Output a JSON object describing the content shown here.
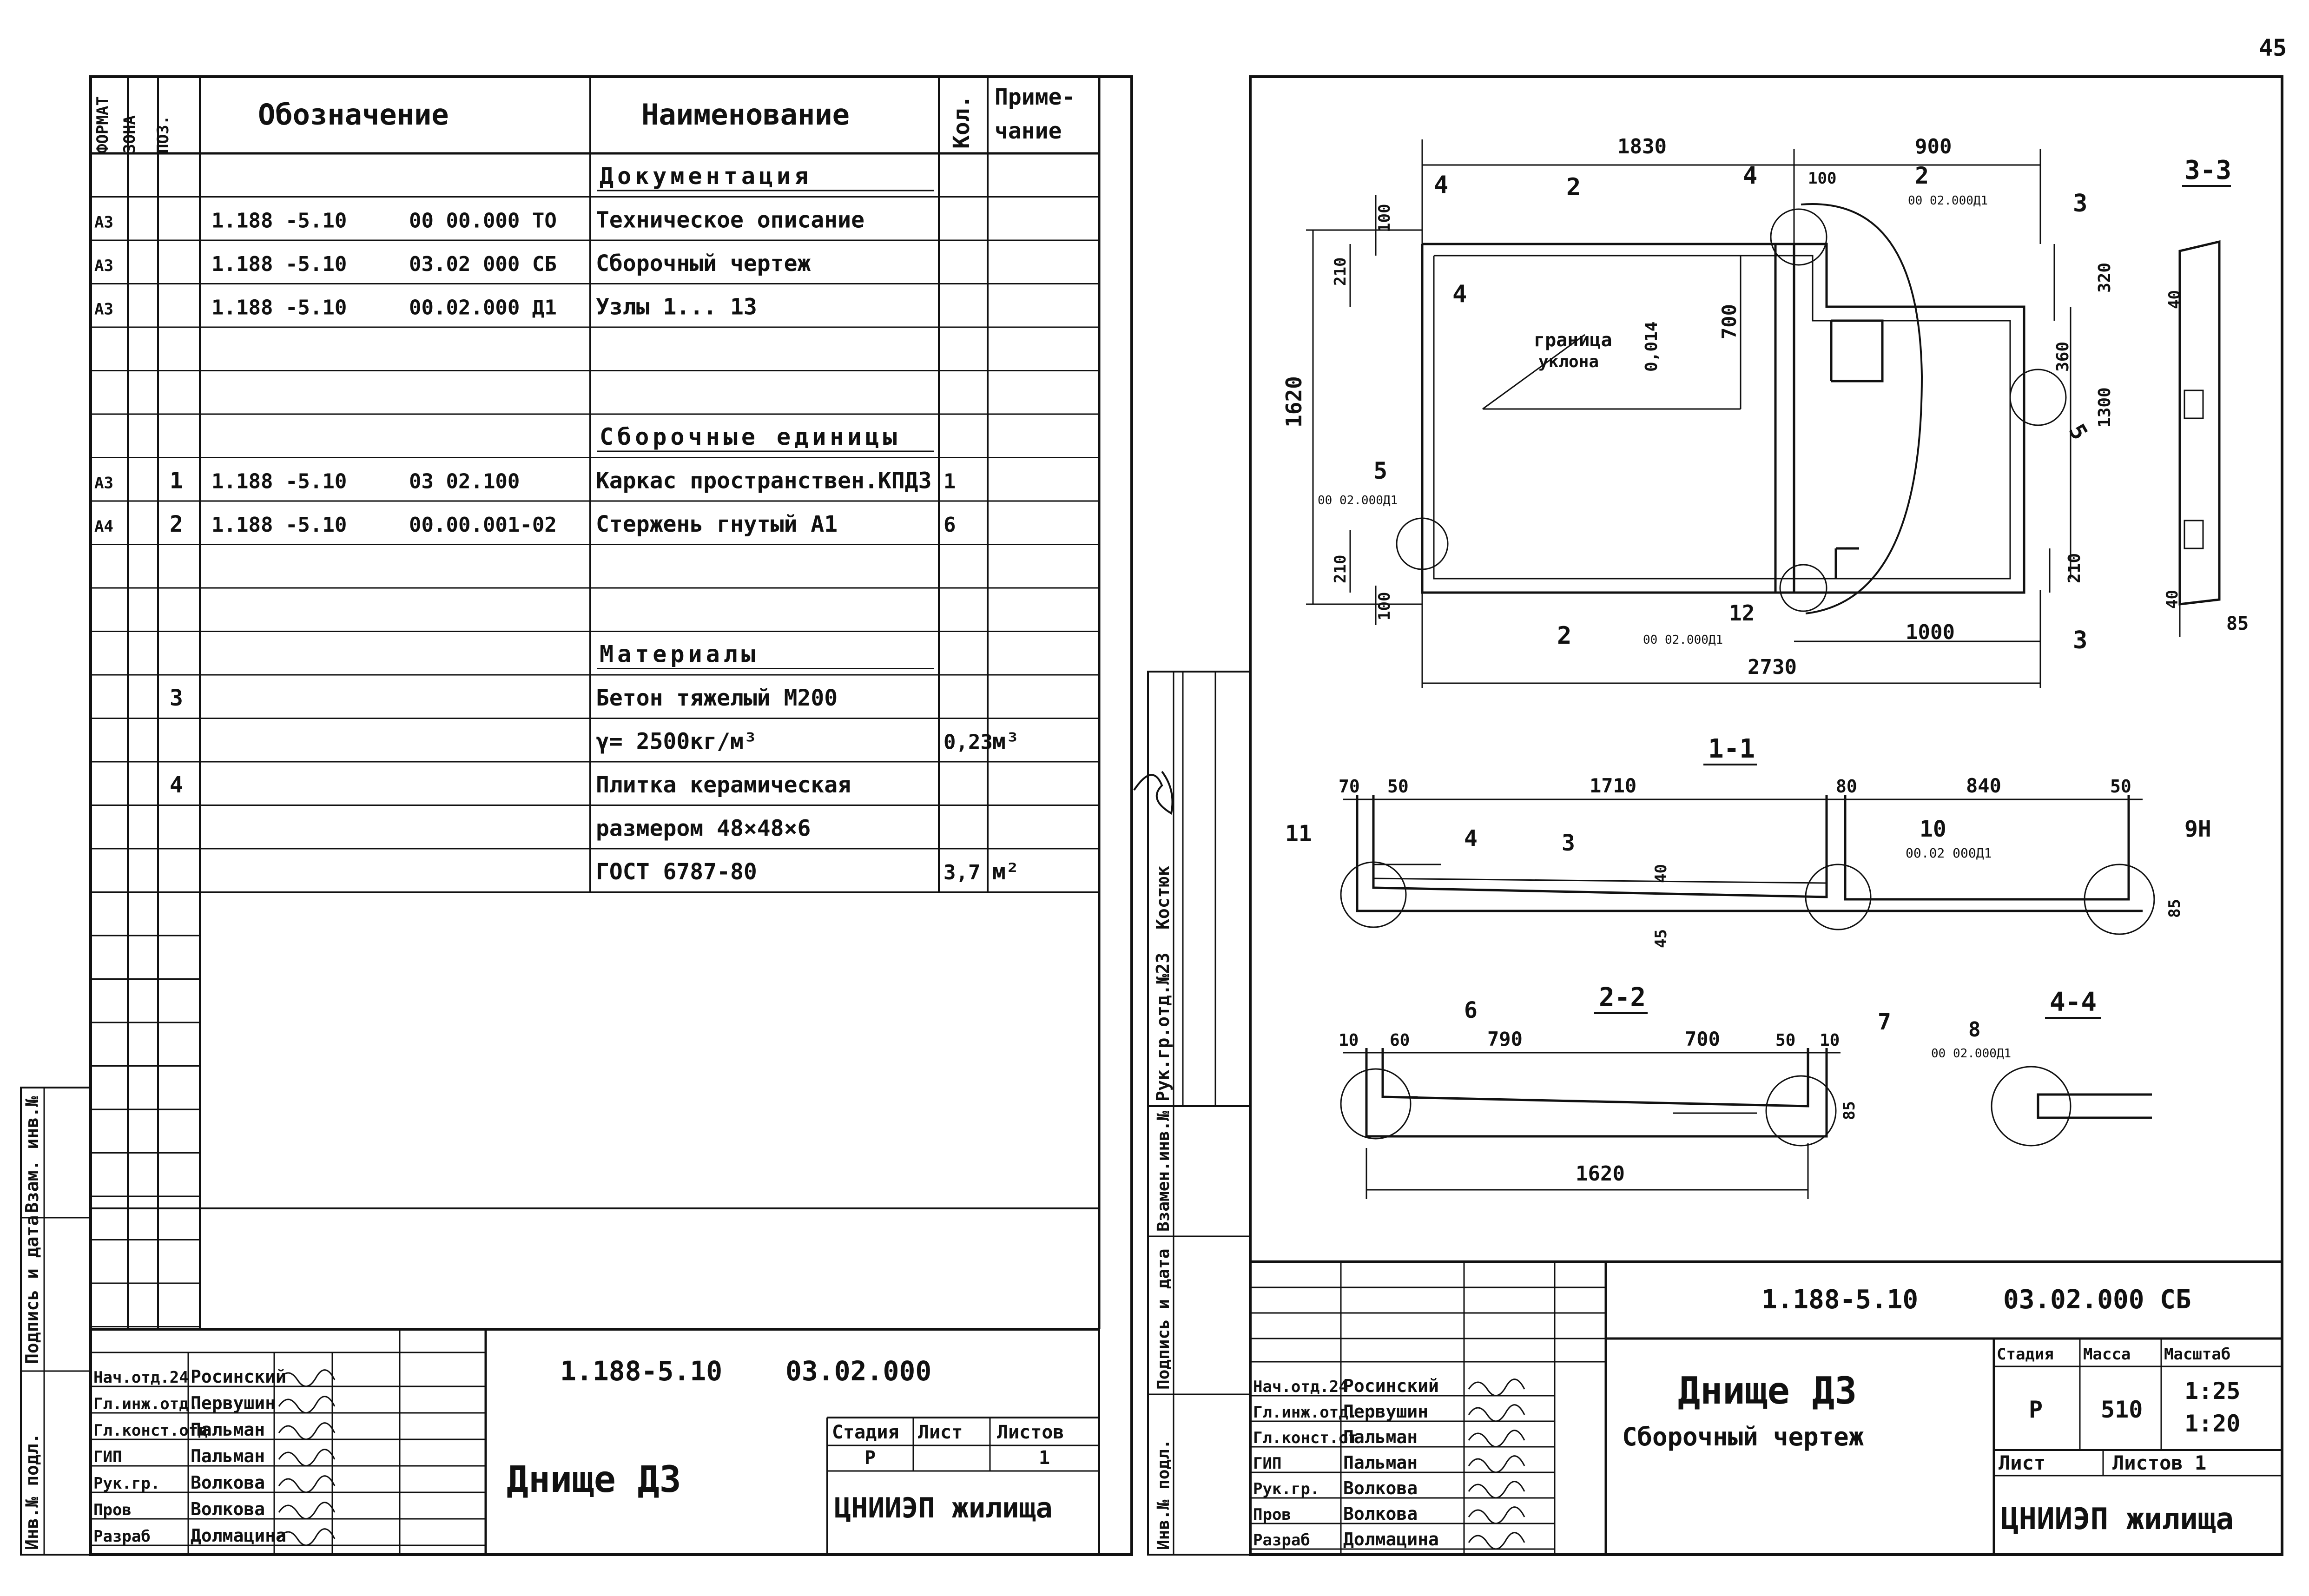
{
  "page_number": "45",
  "spec": {
    "headers": {
      "format": "ФОРМАТ",
      "zone": "ЗОНА",
      "pos": "ПОЗ.",
      "designation": "Обозначение",
      "name": "Наименование",
      "qty": "Кол.",
      "note_1": "Приме-",
      "note_2": "чание"
    },
    "rows": [
      {
        "format": "",
        "pos": "",
        "code": "",
        "num": "",
        "name": "Документация",
        "qty": "",
        "note": ""
      },
      {
        "format": "А3",
        "pos": "",
        "code": "1.188 -5.10",
        "num": "00 00.000 ТО",
        "name": "Техническое описание",
        "qty": "",
        "note": ""
      },
      {
        "format": "А3",
        "pos": "",
        "code": "1.188 -5.10",
        "num": "03.02 000 СБ",
        "name": "Сборочный чертеж",
        "qty": "",
        "note": ""
      },
      {
        "format": "А3",
        "pos": "",
        "code": "1.188 -5.10",
        "num": "00.02.000 Д1",
        "name": "Узлы 1... 13",
        "qty": "",
        "note": ""
      },
      {
        "format": "",
        "pos": "",
        "code": "",
        "num": "",
        "name": "",
        "qty": "",
        "note": ""
      },
      {
        "format": "",
        "pos": "",
        "code": "",
        "num": "",
        "name": "",
        "qty": "",
        "note": ""
      },
      {
        "format": "",
        "pos": "",
        "code": "",
        "num": "",
        "name": "Сборочные единицы",
        "qty": "",
        "note": ""
      },
      {
        "format": "А3",
        "pos": "1",
        "code": "1.188 -5.10",
        "num": "03 02.100",
        "name": "Каркас пространствен.КПД3",
        "qty": "1",
        "note": ""
      },
      {
        "format": "А4",
        "pos": "2",
        "code": "1.188 -5.10",
        "num": "00.00.001-02",
        "name": "Стержень гнутый А1",
        "qty": "6",
        "note": ""
      },
      {
        "format": "",
        "pos": "",
        "code": "",
        "num": "",
        "name": "",
        "qty": "",
        "note": ""
      },
      {
        "format": "",
        "pos": "",
        "code": "",
        "num": "",
        "name": "",
        "qty": "",
        "note": ""
      },
      {
        "format": "",
        "pos": "",
        "code": "",
        "num": "",
        "name": "Материалы",
        "qty": "",
        "note": ""
      },
      {
        "format": "",
        "pos": "3",
        "code": "",
        "num": "",
        "name": "Бетон тяжелый М200",
        "qty": "",
        "note": ""
      },
      {
        "format": "",
        "pos": "",
        "code": "",
        "num": "",
        "name": "γ= 2500кг/м³",
        "qty": "0,23",
        "note": "м³"
      },
      {
        "format": "",
        "pos": "4",
        "code": "",
        "num": "",
        "name": "Плитка керамическая",
        "qty": "",
        "note": ""
      },
      {
        "format": "",
        "pos": "",
        "code": "",
        "num": "",
        "name": "размером 48×48×6",
        "qty": "",
        "note": ""
      },
      {
        "format": "",
        "pos": "",
        "code": "",
        "num": "",
        "name": "ГОСТ 6787-80",
        "qty": "3,7",
        "note": "м²"
      }
    ]
  },
  "left_margin": {
    "inv_orig": "Инв.№ подл.",
    "sign_date": "Подпись и дата",
    "vzam_inv": "Взам. инв.№"
  },
  "middle_margin": {
    "ruk": "Рук.гр.отд.№23",
    "name": "Костюк",
    "vzam_inv": "Взамен.инв.№",
    "sign_date": "Подпись и дата",
    "inv_orig": "Инв.№ подл."
  },
  "left_stamp": {
    "code": "1.188-5.10",
    "doc": "03.02.000",
    "title": "Днище Д3",
    "stage_label": "Стадия",
    "sheet_label": "Лист",
    "sheets_label": "Листов",
    "stage": "Р",
    "sheets": "1",
    "org": "ЦНИИЭП жилища",
    "people": [
      {
        "role": "Нач.отд.24",
        "name": "Росинский"
      },
      {
        "role": "Гл.инж.отд.",
        "name": "Первушин"
      },
      {
        "role": "Гл.конст.отд",
        "name": "Пальман"
      },
      {
        "role": "ГИП",
        "name": "Пальман"
      },
      {
        "role": "Рук.гр.",
        "name": "Волкова"
      },
      {
        "role": "Пров",
        "name": "Волкова"
      },
      {
        "role": "Разраб",
        "name": "Долмацина"
      }
    ]
  },
  "right_stamp": {
    "code": "1.188-5.10",
    "doc": "03.02.000 СБ",
    "title": "Днище Д3",
    "subtitle": "Сборочный чертеж",
    "stage_label": "Стадия",
    "mass_label": "Масса",
    "scale_label": "Масштаб",
    "stage": "Р",
    "mass": "510",
    "scale1": "1:25",
    "scale2": "1:20",
    "sheet_label": "Лист",
    "sheets_label": "Листов 1",
    "org": "ЦНИИЭП жилища",
    "people": [
      {
        "role": "Нач.отд.24",
        "name": "Росинский"
      },
      {
        "role": "Гл.инж.отд.",
        "name": "Первушин"
      },
      {
        "role": "Гл.конст.от",
        "name": "Пальман"
      },
      {
        "role": "ГИП",
        "name": "Пальман"
      },
      {
        "role": "Рук.гр.",
        "name": "Волкова"
      },
      {
        "role": "Пров",
        "name": "Волкова"
      },
      {
        "role": "Разраб",
        "name": "Долмацина"
      }
    ]
  },
  "drawing": {
    "plan": {
      "dims": {
        "d1830": "1830",
        "d900": "900",
        "d100a": "100",
        "d100b": "100",
        "d210a": "210",
        "d210b": "210",
        "d100c": "100",
        "d1620": "1620",
        "d700": "700",
        "d2730": "2730",
        "d1000": "1000",
        "d320": "320",
        "d360": "360",
        "d1300": "1300",
        "d210c": "210"
      },
      "labels": {
        "border": "граница",
        "slope_word": "уклона",
        "slope": "0,014",
        "n4": "4",
        "n4b": "4",
        "n4c": "4",
        "n2": "2",
        "n2b": "2",
        "n2c": "2",
        "n3": "3",
        "n3b": "3",
        "n5": "5",
        "n5b": "5",
        "n12": "12",
        "ref": "00 02.000Д1"
      }
    },
    "sec33": {
      "title": "3-3",
      "d40": "40",
      "d85": "85",
      "d40b": "40"
    },
    "sec11": {
      "title": "1-1",
      "d70": "70",
      "d50": "50",
      "d1710": "1710",
      "d80": "80",
      "d840": "840",
      "d50b": "50",
      "d40": "40",
      "d45": "45",
      "d85": "85",
      "n11": "11",
      "n4": "4",
      "n3": "3",
      "n10": "10",
      "n9h": "9Н",
      "ref": "00.02 000Д1"
    },
    "sec22": {
      "title": "2-2",
      "d10": "10",
      "d60": "60",
      "d790": "790",
      "d700": "700",
      "d50": "50",
      "d10b": "10",
      "d85": "85",
      "d1620": "1620",
      "n6": "6",
      "n7": "7",
      "n8": "8",
      "ref": "00 02.000Д1"
    },
    "sec44": {
      "title": "4-4"
    }
  }
}
